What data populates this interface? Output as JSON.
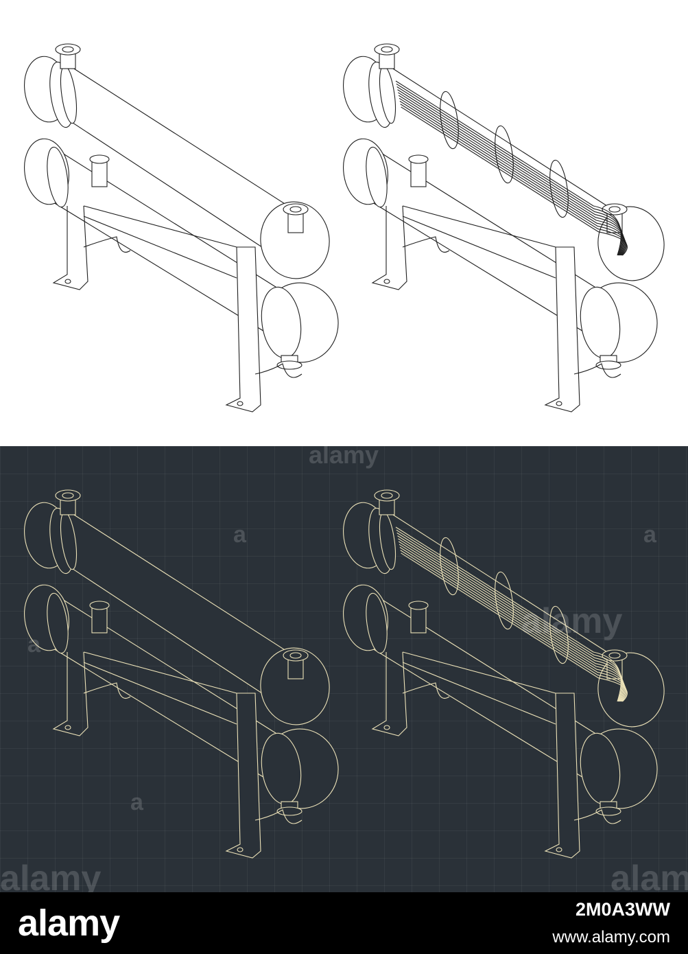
{
  "theme": {
    "light_background": "#ffffff",
    "light_line": "#1e1e1e",
    "dark_background": "#2a3138",
    "dark_line": "#ede3b9",
    "footer_background": "#000000",
    "footer_text": "#ffffff"
  },
  "drawings": [
    {
      "panel": "light",
      "variant": "exterior"
    },
    {
      "panel": "light",
      "variant": "tube-bundle"
    },
    {
      "panel": "dark",
      "variant": "exterior"
    },
    {
      "panel": "dark",
      "variant": "tube-bundle"
    }
  ],
  "watermark": {
    "text": "alamy",
    "glyph": "a"
  },
  "footer": {
    "brand": "alamy",
    "image_id": "2M0A3WW",
    "link": "www.alamy.com"
  }
}
